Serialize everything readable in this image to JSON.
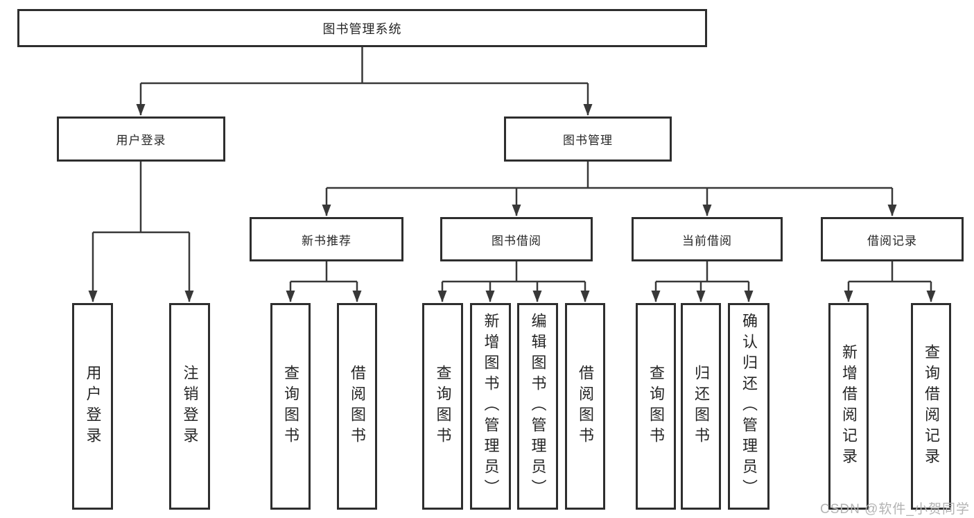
{
  "tree": {
    "root": "图书管理系统",
    "user_login": {
      "label": "用户登录",
      "children": [
        "用户登录",
        "注销登录"
      ]
    },
    "book_management": {
      "label": "图书管理",
      "modules": {
        "new_book_recommend": {
          "label": "新书推荐",
          "children": [
            "查询图书",
            "借阅图书"
          ]
        },
        "book_borrow": {
          "label": "图书借阅",
          "children": [
            "查询图书",
            "新增图书（管理员）",
            "编辑图书（管理员）",
            "借阅图书"
          ]
        },
        "current_borrow": {
          "label": "当前借阅",
          "children": [
            "查询图书",
            "归还图书",
            "确认归还（管理员）"
          ]
        },
        "borrow_records": {
          "label": "借阅记录",
          "children": [
            "新增借阅记录",
            "查询借阅记录"
          ]
        }
      }
    }
  },
  "watermark": "CSDN @软件_小贺同学",
  "colors": {
    "line": "#383838",
    "box_border": "#2e2e2e",
    "text": "#262626",
    "watermark": "#b3b3b3",
    "background": "#ffffff"
  }
}
